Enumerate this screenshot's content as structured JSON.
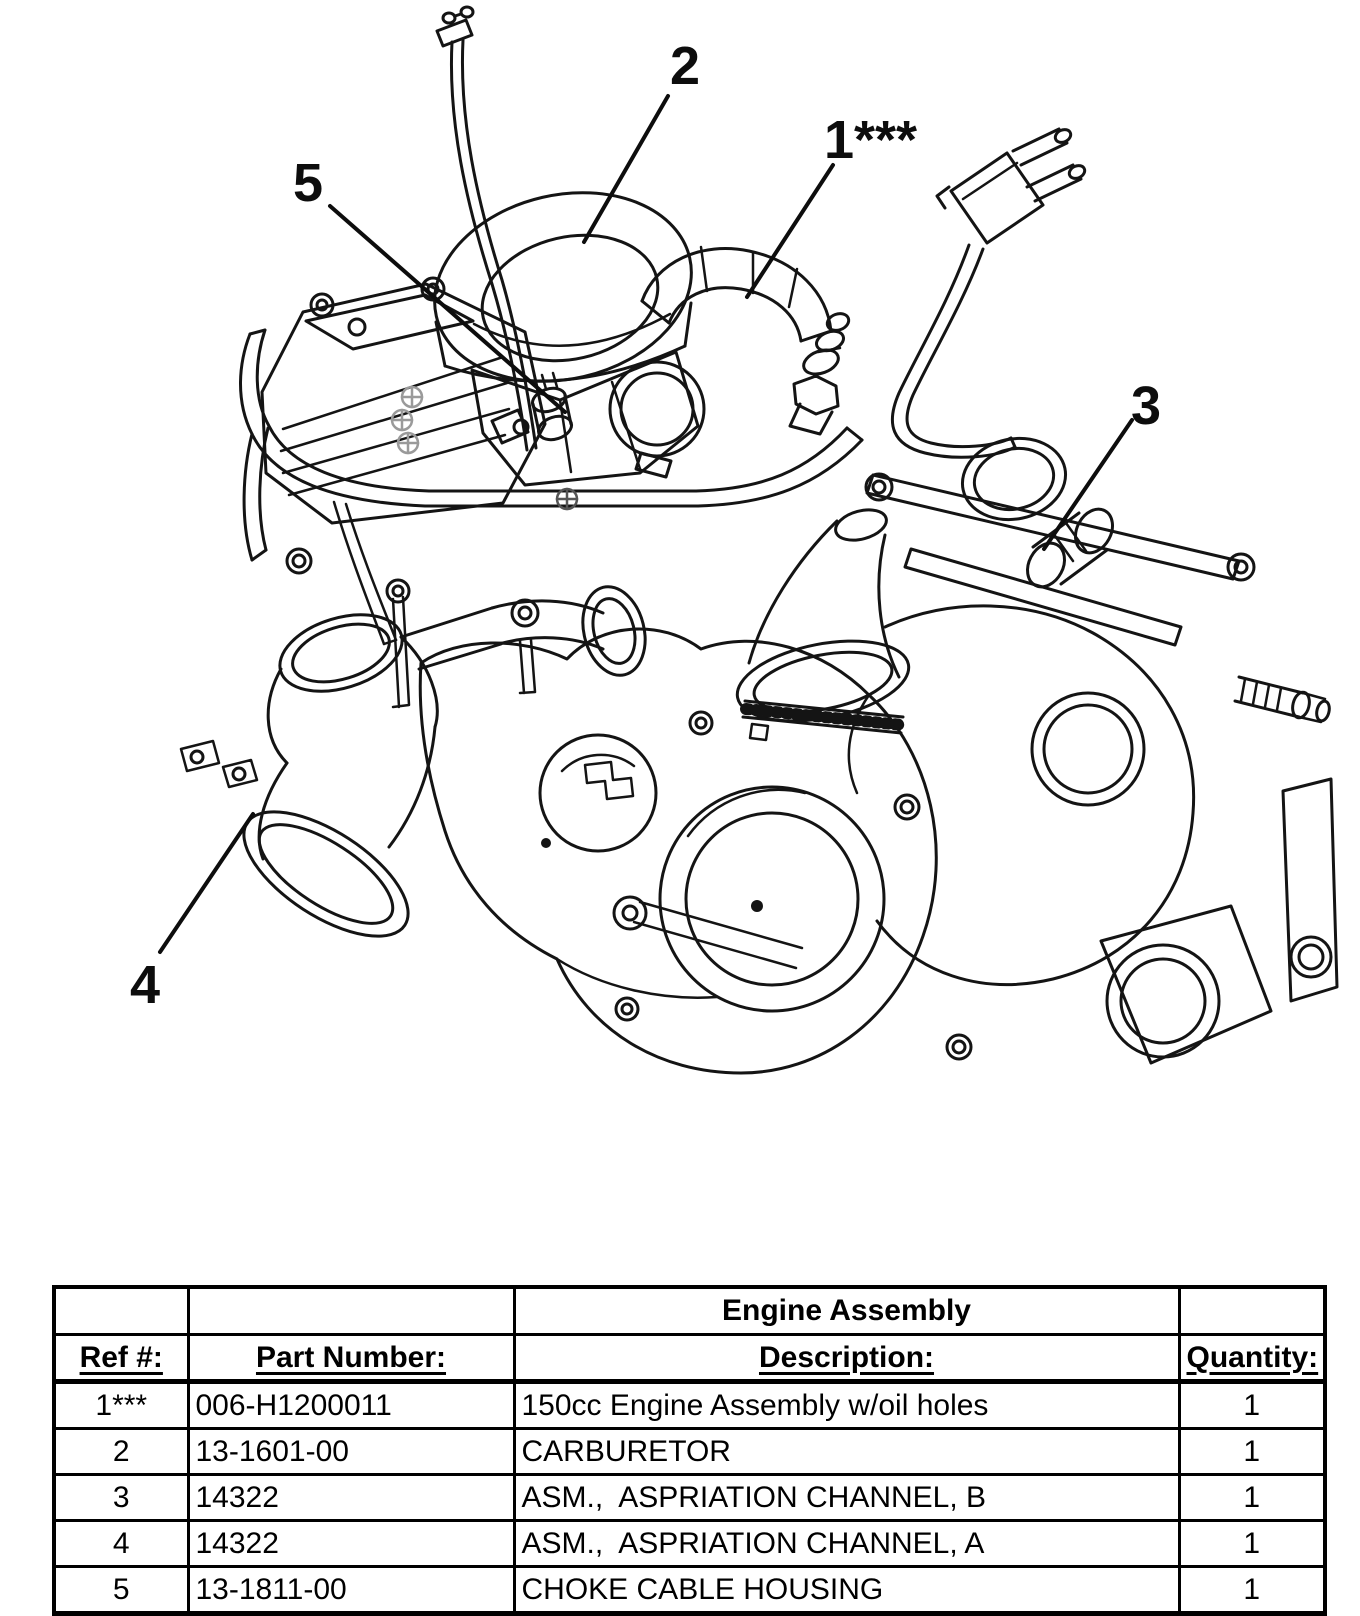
{
  "page": {
    "background_color": "#ffffff",
    "ink_color": "#141414"
  },
  "figure": {
    "description_names": [
      "engine-assembly-illustration"
    ],
    "callouts": [
      {
        "label": "1***"
      },
      {
        "label": "2"
      },
      {
        "label": "3"
      },
      {
        "label": "4"
      },
      {
        "label": "5"
      }
    ]
  },
  "parts_table": {
    "title": "Engine Assembly",
    "headers": {
      "ref": "Ref #:",
      "part": "Part Number:",
      "desc": "Description:",
      "qty": "Quantity:"
    },
    "rows": [
      {
        "ref": "1***",
        "part": "006-H1200011",
        "desc": "150cc Engine Assembly w/oil holes",
        "qty": "1"
      },
      {
        "ref": "2",
        "part": "13-1601-00",
        "desc": "CARBURETOR",
        "qty": "1"
      },
      {
        "ref": "3",
        "part": "14322",
        "desc": "ASM.,  ASPRIATION CHANNEL, B",
        "qty": "1"
      },
      {
        "ref": "4",
        "part": "14322",
        "desc": "ASM.,  ASPRIATION CHANNEL, A",
        "qty": "1"
      },
      {
        "ref": "5",
        "part": "13-1811-00",
        "desc": "CHOKE CABLE HOUSING",
        "qty": "1"
      }
    ]
  }
}
